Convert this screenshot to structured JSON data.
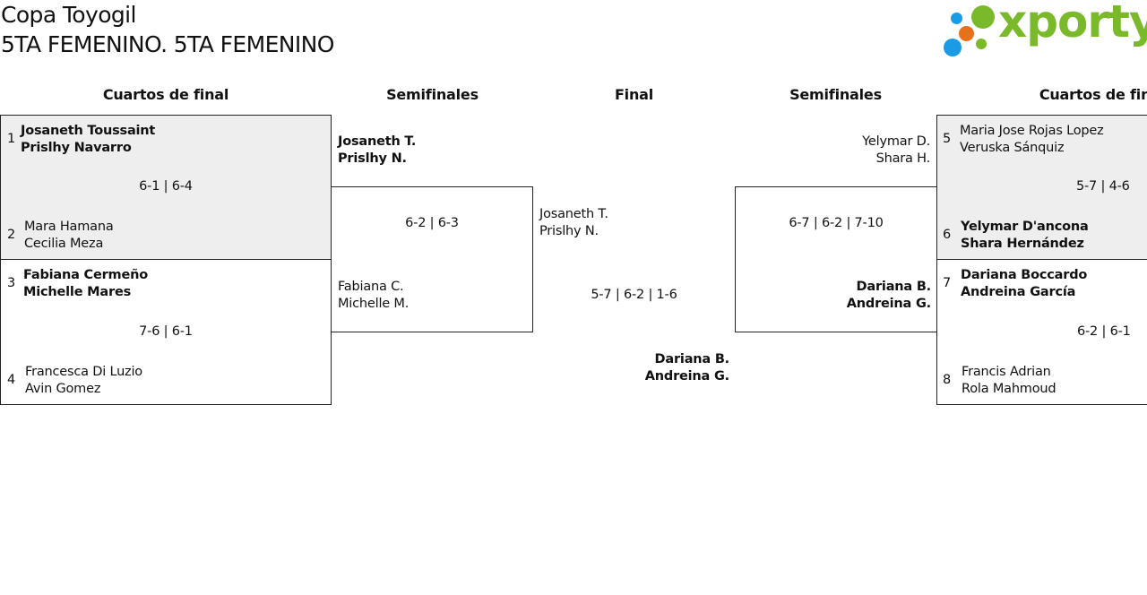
{
  "header": {
    "title": "Copa Toyogil",
    "subtitle": "5TA FEMENINO. 5TA FEMENINO",
    "logo_text": "xporty",
    "logo_colors": {
      "green": "#7ab929",
      "blue": "#1a9be6",
      "orange": "#e8701a"
    }
  },
  "rounds": {
    "qf_left": "Cuartos de final",
    "sf_left": "Semifinales",
    "final": "Final",
    "sf_right": "Semifinales",
    "qf_right": "Cuartos de final"
  },
  "quarterfinals_left": [
    {
      "seed_a": "1",
      "team_a": [
        "Josaneth Toussaint",
        "Prislhy Navarro"
      ],
      "score": "6-1 | 6-4",
      "seed_b": "2",
      "team_b": [
        "Mara Hamana",
        "Cecilia Meza"
      ]
    },
    {
      "seed_a": "3",
      "team_a": [
        "Fabiana Cermeño",
        "Michelle Mares"
      ],
      "score": "7-6 | 6-1",
      "seed_b": "4",
      "team_b": [
        "Francesca Di Luzio",
        "Avin Gomez"
      ]
    }
  ],
  "quarterfinals_right": [
    {
      "seed_a": "5",
      "team_a": [
        "Maria Jose Rojas Lopez",
        "Veruska Sánquiz"
      ],
      "score": "5-7 | 4-6",
      "seed_b": "6",
      "team_b": [
        "Yelymar D'ancona",
        "Shara Hernández"
      ]
    },
    {
      "seed_a": "7",
      "team_a": [
        "Dariana Boccardo",
        "Andreina García"
      ],
      "score": "6-2 | 6-1",
      "seed_b": "8",
      "team_b": [
        "Francis Adrian",
        "Rola Mahmoud"
      ]
    }
  ],
  "semifinal_left": {
    "team_a": [
      "Josaneth T.",
      "Prislhy N."
    ],
    "score": "6-2 | 6-3",
    "team_b": [
      "Fabiana C.",
      "Michelle M."
    ]
  },
  "semifinal_right": {
    "team_a": [
      "Yelymar D.",
      "Shara H."
    ],
    "score": "6-7 | 6-2 | 7-10",
    "team_b": [
      "Dariana B.",
      "Andreina G."
    ]
  },
  "final": {
    "team_a": [
      "Josaneth T.",
      "Prislhy N."
    ],
    "score": "5-7 | 6-2 | 1-6",
    "winner": [
      "Dariana B.",
      "Andreina G."
    ]
  }
}
